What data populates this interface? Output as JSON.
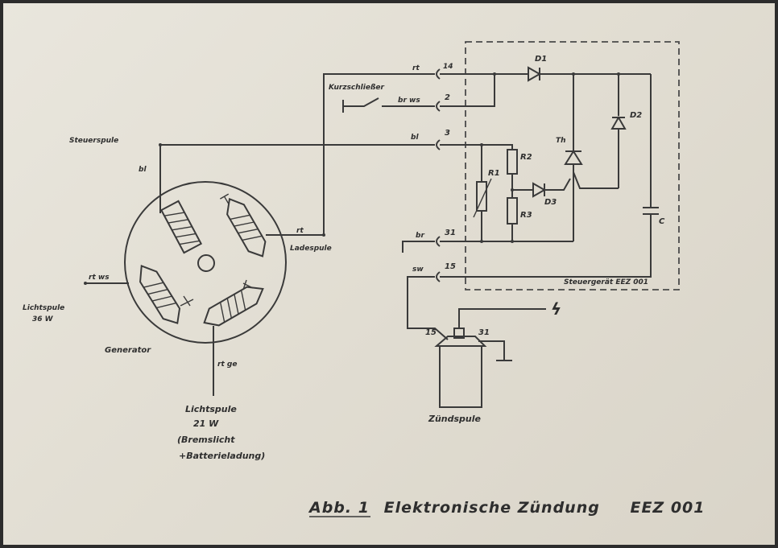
{
  "caption": {
    "figure_ref": "Abb. 1",
    "title": "Elektronische Zündung",
    "model": "EEZ 001"
  },
  "generator": {
    "label": "Generator",
    "steuerspule": "Steuerspule",
    "steuer_wire": "bl",
    "ladespule": "Ladespule",
    "lade_wire": "rt",
    "lichtspule_left_wire": "rt ws",
    "lichtspule_left_name": "Lichtspule",
    "lichtspule_left_power": "36 W",
    "lichtspule_bottom_wire": "rt ge",
    "lichtspule_bottom_name": "Lichtspule",
    "lichtspule_bottom_power": "21 W",
    "lichtspule_bottom_use1": "(Bremslicht",
    "lichtspule_bottom_use2": "+Batterieladung)"
  },
  "kurzschliesser": "Kurzschließer",
  "terminals": [
    {
      "wire": "rt",
      "number": "14"
    },
    {
      "wire": "br ws",
      "number": "2"
    },
    {
      "wire": "bl",
      "number": "3"
    },
    {
      "wire": "br",
      "number": "31"
    },
    {
      "wire": "sw",
      "number": "15"
    }
  ],
  "steuergeraet": {
    "label": "Steuergerät EEZ 001",
    "components": {
      "d1": "D1",
      "d2": "D2",
      "d3": "D3",
      "th": "Th",
      "r1": "R1",
      "r2": "R2",
      "r3": "R3",
      "c": "C"
    }
  },
  "zuendspule": {
    "label": "Zündspule",
    "terminal_15": "15",
    "terminal_31": "31"
  },
  "spark_symbol": "ϟ"
}
